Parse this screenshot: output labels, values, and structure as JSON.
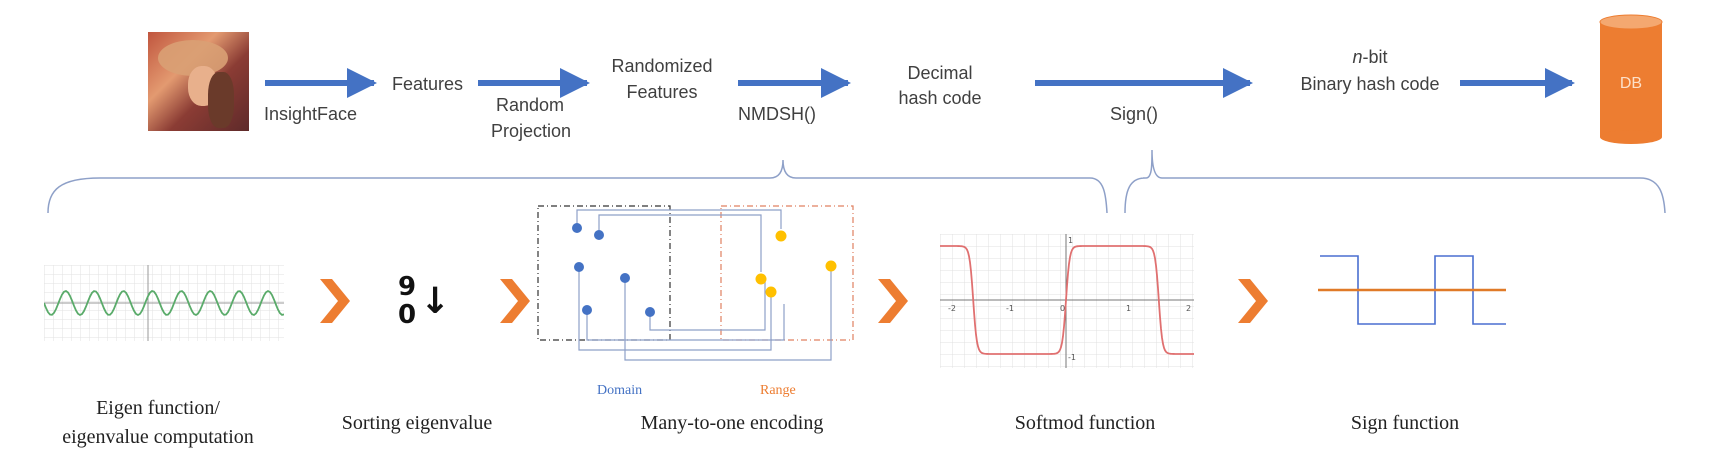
{
  "pipeline": {
    "features": "Features",
    "insightface": "InsightFace",
    "random_projection_line1": "Random",
    "random_projection_line2": "Projection",
    "randomized_line1": "Randomized",
    "randomized_line2": "Features",
    "nmdsh": "NMDSH()",
    "decimal_line1": "Decimal",
    "decimal_line2": "hash code",
    "sign_fn": "Sign()",
    "nbit_italic": "n",
    "nbit_rest": "-bit",
    "binary_hash": "Binary hash code",
    "db": "DB"
  },
  "stages": {
    "eigen_line1": "Eigen function/",
    "eigen_line2": "eigenvalue computation",
    "sort_top_digit": "9",
    "sort_bottom_digit": "0",
    "sorting": "Sorting eigenvalue",
    "many_to_one": "Many-to-one encoding",
    "softmod": "Softmod function",
    "sign": "Sign function"
  },
  "encoding": {
    "domain": "Domain",
    "range": "Range"
  },
  "softmod_ticks": {
    "x": [
      "-2",
      "-1",
      "0",
      "1",
      "2"
    ],
    "y_top": "1",
    "y_bottom": "-1"
  },
  "colors": {
    "arrow_blue": "#4472c4",
    "chevron_orange": "#ed7d31",
    "db_orange": "#ed7d31",
    "dot_blue": "#4472c4",
    "dot_yellow": "#ffc000",
    "wave_green": "#5aab6a",
    "softmod_red": "#e07070",
    "sign_blue": "#4a6fd0",
    "sign_orange": "#e07a28",
    "bracket_gray": "#8ea0c8"
  }
}
